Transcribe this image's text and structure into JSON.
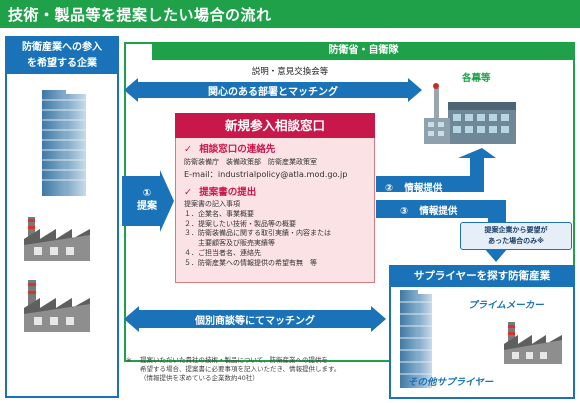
{
  "title": "技術・製品等を提案したい場合の流れ",
  "left": {
    "heading_line1": "防衛産業への参入",
    "heading_line2": "を希望する企業"
  },
  "mod": {
    "heading": "防衛省・自衛隊",
    "agencies_label": "各幕等"
  },
  "top_arrow": {
    "caption": "説明・意見交換会等",
    "label": "関心のある部署とマッチング"
  },
  "proposal_arrow": {
    "number": "①",
    "label": "提案"
  },
  "window": {
    "title": "新規参入相談窓口",
    "contact_title": "相談窓口の連絡先",
    "contact_org": "防衛装備庁　装備政策部　防衛産業政策室",
    "contact_email": "E-mail：industrialpolicy@atla.mod.go.jp",
    "proposal_title": "提案書の提出",
    "items_intro": "提案書の記入事項",
    "items": [
      "１．企業名、事業概要",
      "２．提案したい技術・製品等の概要",
      "３．防衛装備品に関する取引実績・内容または",
      "　　主要顧客及び販売実績等",
      "４．ご担当者名、連絡先",
      "５．防衛産業への情報提供の希望有無　等"
    ],
    "check_mark": "✓"
  },
  "info_arrows": [
    {
      "number": "②",
      "label": "情報提供"
    },
    {
      "number": "③",
      "label": "情報提供"
    }
  ],
  "callout": {
    "line1": "提案企業から要望が",
    "line2": "あった場合のみ※"
  },
  "bottom_arrow": {
    "label": "個別商談等にてマッチング"
  },
  "supplier": {
    "heading": "サプライヤーを探す防衛産業",
    "prime": "プライムメーカー",
    "other": "その他サプライヤー"
  },
  "footnote": {
    "mark": "※",
    "line1": "提案いただいた貴社の技術・製品について、防衛産業への提供を",
    "line2": "希望する場合、提案書に必要事項を記入いただき、情報提供します。",
    "line3": "（情報提供を求めている企業数約40社）"
  },
  "colors": {
    "green": "#1fa14a",
    "blue": "#1a73b8",
    "red": "#c8174a",
    "pink": "#fbe2e5"
  }
}
